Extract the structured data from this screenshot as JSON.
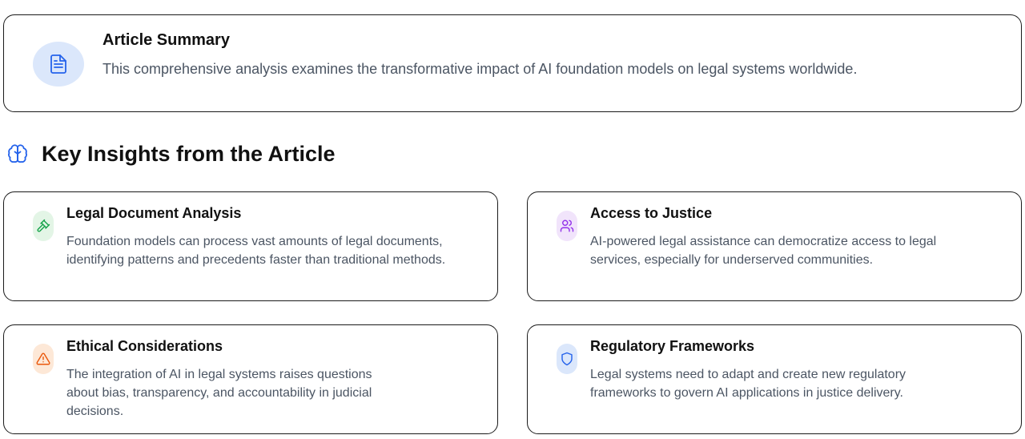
{
  "summary": {
    "icon": "document-icon",
    "title": "Article Summary",
    "text": "This comprehensive analysis examines the transformative impact of AI foundation models on legal systems worldwide."
  },
  "section": {
    "icon": "brain-icon",
    "heading": "Key Insights from the Article"
  },
  "insights": [
    {
      "icon": "gavel-icon",
      "icon_bg": "#e3f5e6",
      "icon_color": "#16a34a",
      "title": "Legal Document Analysis",
      "text": "Foundation models can process vast amounts of legal documents, identifying patterns and precedents faster than traditional methods."
    },
    {
      "icon": "users-icon",
      "icon_bg": "#f1e4fb",
      "icon_color": "#9333ea",
      "title": "Access to Justice",
      "text": "AI-powered legal assistance can democratize access to legal services, especially for underserved communities."
    },
    {
      "icon": "warning-triangle-icon",
      "icon_bg": "#fde8d7",
      "icon_color": "#ea580c",
      "title": "Ethical Considerations",
      "text": "The integration of AI in legal systems raises questions about bias, transparency, and accountability in judicial decisions."
    },
    {
      "icon": "shield-icon",
      "icon_bg": "#dbe7fb",
      "icon_color": "#2563eb",
      "title": "Regulatory Frameworks",
      "text": "Legal systems need to adapt and create new regulatory frameworks to govern AI applications in justice delivery."
    }
  ],
  "colors": {
    "accent_blue": "#2563eb",
    "text_muted": "#4b5563",
    "border": "#1a1a1a"
  }
}
